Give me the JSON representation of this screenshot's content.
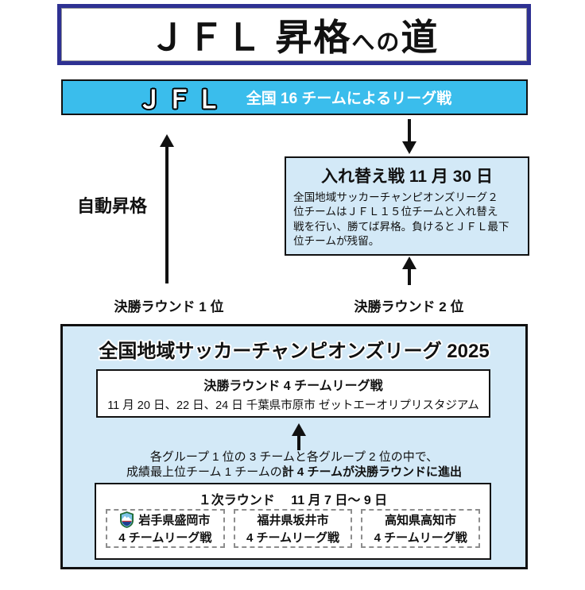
{
  "colors": {
    "accent_navy": "#2e3192",
    "bar_blue": "#3abdec",
    "light_blue": "#d3e9f7",
    "line_black": "#111111"
  },
  "title": {
    "part1": "ＪＦＬ 昇格",
    "part2": "への",
    "part3": "道"
  },
  "jfl_bar": {
    "name": "ＪＦＬ",
    "description": "全国 16 チームによるリーグ戦"
  },
  "left_path": {
    "auto_promotion": "自動昇格",
    "source": "決勝ラウンド 1 位"
  },
  "right_path": {
    "source": "決勝ラウンド 2 位"
  },
  "playoff_box": {
    "title": "入れ替え戦 11 月 30 日",
    "body": "全国地域サッカーチャンピオンズリーグ２\n位チームはＪＦＬ１５位チームと入れ替え\n戦を行い、勝てば昇格。負けるとＪＦＬ最下\n位チームが残留。"
  },
  "champions_league": {
    "title": "全国地域サッカーチャンピオンズリーグ 2025",
    "final_round": {
      "line1": "決勝ラウンド  4 チームリーグ戦",
      "line2": "11 月 20 日、22 日、24 日 千葉県市原市 ゼットエーオリプリスタジアム"
    },
    "qualify_note": {
      "line1": "各グループ 1 位の 3 チームと各グループ 2 位の中で、",
      "line2_normal": "成績最上位チーム 1 チームの",
      "line2_bold": "計 4 チームが決勝ラウンドに進出"
    },
    "first_round": {
      "title": "１次ラウンド　 11 月 7 日〜 9 日",
      "groups": [
        {
          "city": "岩手県盛岡市",
          "format": "4 チームリーグ戦"
        },
        {
          "city": "福井県坂井市",
          "format": "4 チームリーグ戦"
        },
        {
          "city": "高知県高知市",
          "format": "4 チームリーグ戦"
        }
      ]
    }
  },
  "icons": {
    "emblem": "club-emblem-shield"
  }
}
